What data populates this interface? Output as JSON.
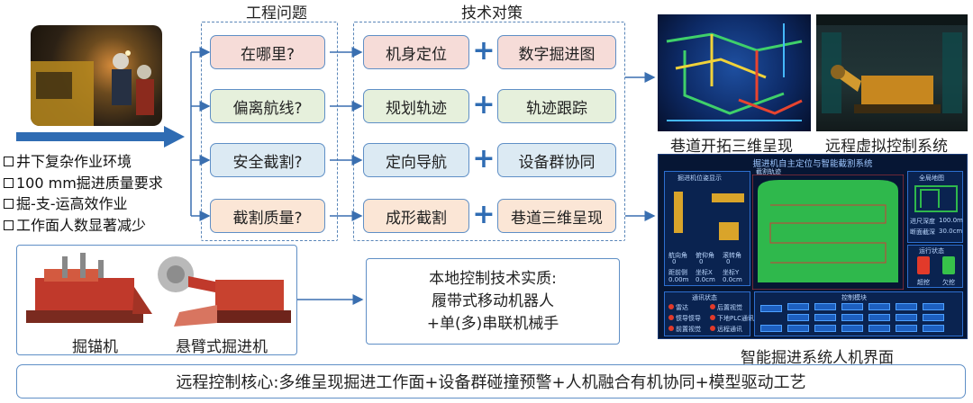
{
  "headers": {
    "problems": "工程问题",
    "techniques": "技术对策"
  },
  "rows": [
    {
      "problem": "在哪里?",
      "tech1": "机身定位",
      "tech2": "数字掘进图"
    },
    {
      "problem": "偏离航线?",
      "tech1": "规划轨迹",
      "tech2": "轨迹跟踪"
    },
    {
      "problem": "安全截割?",
      "tech1": "定向导航",
      "tech2": "设备群协同"
    },
    {
      "problem": "截割质量?",
      "tech1": "成形截割",
      "tech2": "巷道三维呈现"
    }
  ],
  "plus_symbol": "+",
  "left_list": [
    "井下复杂作业环境",
    "100 mm掘进质量要求",
    "掘-支-运高效作业",
    "工作面人数显著减少"
  ],
  "machines": {
    "bolter": "掘锚机",
    "roadheader": "悬臂式掘进机"
  },
  "essence": {
    "line1": "本地控制技术实质:",
    "line2": "履带式移动机器人",
    "line3": "+单(多)串联机械手"
  },
  "images": {
    "tunnel3d_caption": "巷道开拓三维呈现",
    "remote_caption": "远程虚拟控制系统",
    "hmi_caption": "智能掘进系统人机界面"
  },
  "hmi": {
    "title": "掘进机自主定位与智能截割系统",
    "pose_panel": "掘进机位姿显示",
    "cut_track": "截割轨迹",
    "global_map": "全局地图",
    "run_status": "运行状态",
    "comm_status": "通讯状态",
    "control_module": "控制模块",
    "advance_depth_label": "进尺深度",
    "advance_depth_value": "100.0m",
    "cut_width_label": "断面截深",
    "cut_width_value": "30.0cm",
    "over_cut": "超挖",
    "under_cut": "欠挖",
    "comm_items": [
      "雷达",
      "惯导惯导",
      "前置视觉",
      "后置视觉",
      "下地PLC通讯",
      "远程通讯"
    ],
    "angle_labels": [
      "航向角",
      "俯仰角",
      "滚转角",
      "距前侧",
      "坐标X",
      "坐标Y"
    ],
    "angle_values": [
      "0",
      "0",
      "0",
      "0.00m",
      "0.0cm",
      "0.0cm"
    ]
  },
  "core": "远程控制核心:多维呈现掘进工作面+设备群碰撞预警+人机融合有机协同+模型驱动工艺",
  "colors": {
    "accent": "#2f6cb3",
    "border": "#5f8fc6",
    "pink": "#f6dcd8",
    "green": "#e6f0dc",
    "blue": "#dceaf3",
    "peach": "#fbe6d6"
  }
}
